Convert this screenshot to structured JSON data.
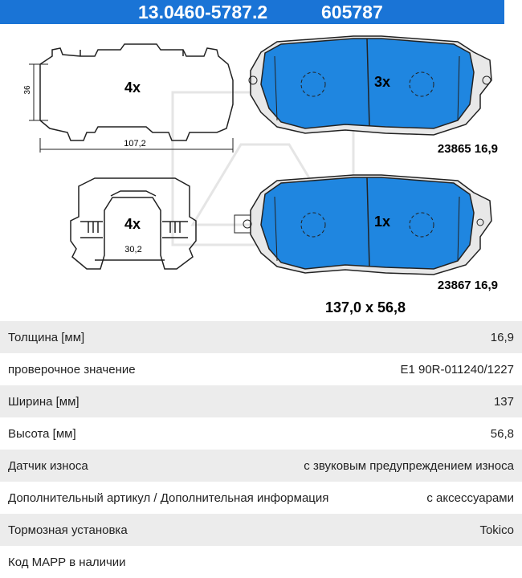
{
  "header": {
    "part_number": "13.0460-5787.2",
    "article": "605787"
  },
  "drawing": {
    "pad_dim_height": "36",
    "pad_dim_width": "107,2",
    "backplate_qty": "4x",
    "clip_qty": "4x",
    "clip_dim": "30,2",
    "pad_top_qty": "3x",
    "pad_bottom_qty": "1x",
    "pad_top_code": "23865 16,9",
    "pad_bottom_code": "23867 16,9",
    "overall_dims": "137,0 x 56,8"
  },
  "colors": {
    "header_bg": "#1a74d6",
    "pad_fill": "#1f86e0"
  },
  "specs": [
    {
      "label": "Толщина [мм]",
      "value": "16,9"
    },
    {
      "label": "проверочное значение",
      "value": "E1 90R-011240/1227"
    },
    {
      "label": "Ширина [мм]",
      "value": "137"
    },
    {
      "label": "Высота [мм]",
      "value": "56,8"
    },
    {
      "label": "Датчик износа",
      "value": "с звуковым предупреждением износа"
    },
    {
      "label": "Дополнительный артикул / Дополнительная информация",
      "value": "с аксессуарами"
    },
    {
      "label": "Тормозная установка",
      "value": "Tokico"
    },
    {
      "label": "Код MAPP в наличии",
      "value": ""
    }
  ]
}
